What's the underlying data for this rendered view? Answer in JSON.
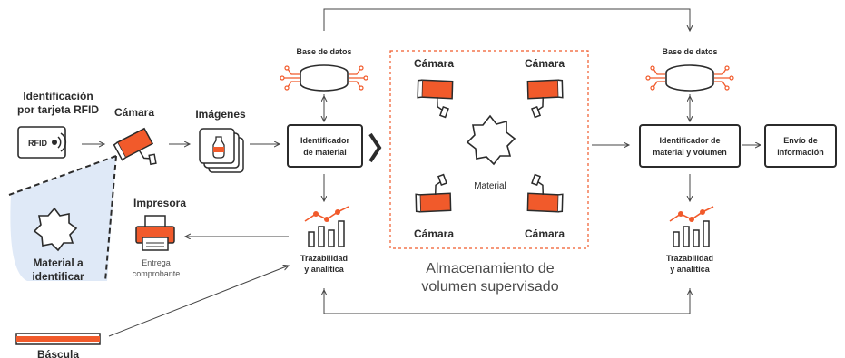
{
  "labels": {
    "rfid_title_line1": "Identificación",
    "rfid_title_line2": "por tarjeta RFID",
    "rfid_card_text": "RFID",
    "camera_entry": "Cámara",
    "images": "Imágenes",
    "db_left": "Base de datos",
    "db_right": "Base de datos",
    "material_id_line1": "Identificador",
    "material_id_line2": "de material",
    "printer": "Impresora",
    "receipt_line1": "Entrega",
    "receipt_line2": "comprobante",
    "trace_left_line1": "Trazabilidad",
    "trace_left_line2": "y analítica",
    "material_identify_line1": "Material a",
    "material_identify_line2": "identificar",
    "scale": "Báscula",
    "storage_cam_tl": "Cámara",
    "storage_cam_tr": "Cámara",
    "storage_cam_bl": "Cámara",
    "storage_cam_br": "Cámara",
    "storage_material": "Material",
    "storage_caption_line1": "Almacenamiento de",
    "storage_caption_line2": "volumen supervisado",
    "matvol_id_line1": "Identificador de",
    "matvol_id_line2": "material y volumen",
    "send_info_line1": "Envío de",
    "send_info_line2": "información",
    "trace_right_line1": "Trazabilidad",
    "trace_right_line2": "y analítica"
  },
  "colors": {
    "accent": "#f15a2b",
    "stroke": "#2b2b2b",
    "line": "#444444",
    "dashed_box": "#f15a2b",
    "camera_cone": "#dfe9f7"
  },
  "icons": [
    "rfid-card-icon",
    "camera-icon",
    "images-stack-icon",
    "database-icon",
    "printer-icon",
    "bar-chart-icon",
    "scale-icon",
    "star-shape-icon",
    "chevron-right-icon"
  ]
}
